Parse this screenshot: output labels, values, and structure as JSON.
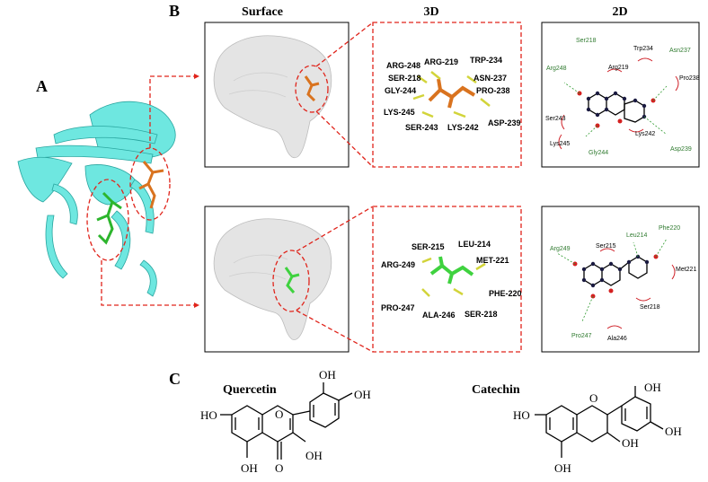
{
  "panels": {
    "a": "A",
    "b": "B",
    "c": "C"
  },
  "headers": {
    "surface": "Surface",
    "three_d": "3D",
    "two_d": "2D"
  },
  "top_3d_residues": [
    "ARG-248",
    "ARG-219",
    "TRP-234",
    "SER-218",
    "ASN-237",
    "GLY-244",
    "PRO-238",
    "LYS-245",
    "SER-243",
    "LYS-242",
    "ASP-239"
  ],
  "bottom_3d_residues": [
    "SER-215",
    "LEU-214",
    "ARG-249",
    "MET-221",
    "PHE-220",
    "PRO-247",
    "ALA-246",
    "SER-218"
  ],
  "top_2d": {
    "hbond": [
      "Ser218",
      "Arg248",
      "Asn237",
      "Gly244",
      "Asp239"
    ],
    "hydrophobic": [
      "Trp234",
      "Arg219",
      "Pro238",
      "Ser243",
      "Lys245",
      "Lys242"
    ]
  },
  "bottom_2d": {
    "hbond": [
      "Leu214",
      "Phe220",
      "Arg249",
      "Pro247"
    ],
    "hydrophobic": [
      "Ser215",
      "Met221",
      "Ser218",
      "Ala246"
    ]
  },
  "compounds": {
    "quercetin": {
      "name": "Quercetin",
      "labels": [
        "OH",
        "OH",
        "HO",
        "OH",
        "OH",
        "O",
        "O"
      ]
    },
    "catechin": {
      "name": "Catechin",
      "labels": [
        "OH",
        "OH",
        "HO",
        "O",
        "OH",
        "OH"
      ]
    }
  },
  "colors": {
    "protein": "#5fe3dc",
    "quercetin_ligand": "#d9731f",
    "catechin_ligand": "#3fd23f",
    "highlight": "#e0241b"
  }
}
